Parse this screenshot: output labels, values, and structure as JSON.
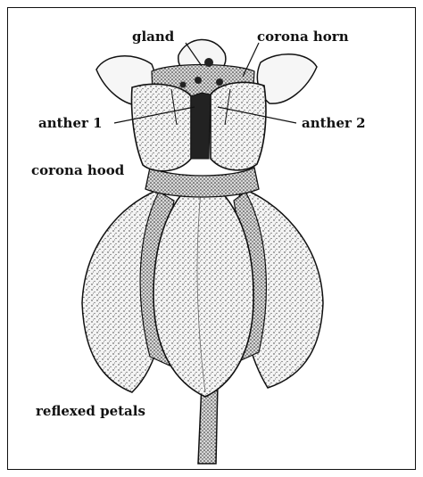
{
  "labels": {
    "gland": "gland",
    "corona_horn": "corona horn",
    "anther_1": "anther 1",
    "anther_2": "anther 2",
    "corona_hood": "corona hood",
    "reflexed_petals": "reflexed petals"
  }
}
